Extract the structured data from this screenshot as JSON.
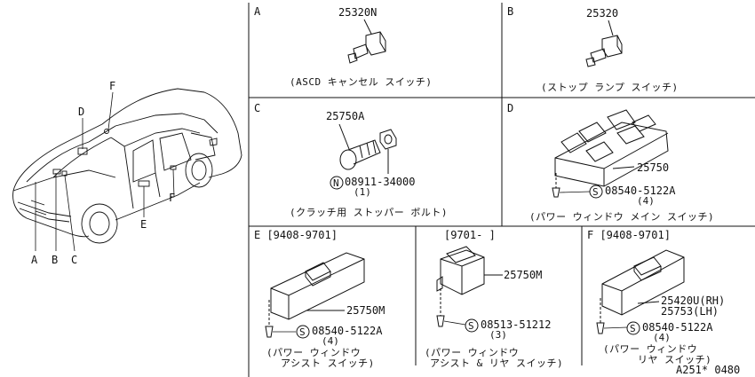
{
  "car": {
    "letters": {
      "A": "A",
      "B": "B",
      "C": "C",
      "D": "D",
      "E": "E",
      "F1": "F",
      "F2": "F"
    }
  },
  "panels": {
    "A": {
      "letter": "A",
      "part": "25320N",
      "caption": "(ASCD キャンセル スイッチ)"
    },
    "B": {
      "letter": "B",
      "part": "25320",
      "caption": "(ストップ ランプ スイッチ)"
    },
    "C": {
      "letter": "C",
      "part": "25750A",
      "nut_symbol": "N",
      "nut_part": "08911-34000",
      "nut_qty": "(1)",
      "caption": "(クラッチ用 ストッパー ボルト)"
    },
    "D": {
      "letter": "D",
      "part": "25750",
      "screw_symbol": "S",
      "screw_part": "08540-5122A",
      "screw_qty": "(4)",
      "caption": "(パワー ウィンドウ メイン スイッチ)"
    },
    "E": {
      "header": "E [9408-9701]",
      "part": "25750M",
      "screw_symbol": "S",
      "screw_part": "08540-5122A",
      "screw_qty": "(4)",
      "caption1": "(パワー ウィンドウ",
      "caption2": "アシスト スイッチ)"
    },
    "M": {
      "header": "[9701-   ]",
      "part": "25750M",
      "screw_symbol": "S",
      "screw_part": "08513-51212",
      "screw_qty": "(3)",
      "caption1": "(パワー ウィンドウ",
      "caption2": "アシスト & リヤ スイッチ)"
    },
    "F": {
      "header": "F [9408-9701]",
      "part1": "25420U(RH)",
      "part2": "25753(LH)",
      "screw_symbol": "S",
      "screw_part": "08540-5122A",
      "screw_qty": "(4)",
      "caption1": "(パワー ウィンドウ",
      "caption2": "リヤ スイッチ)"
    }
  },
  "figure_code": "A251* 0480"
}
